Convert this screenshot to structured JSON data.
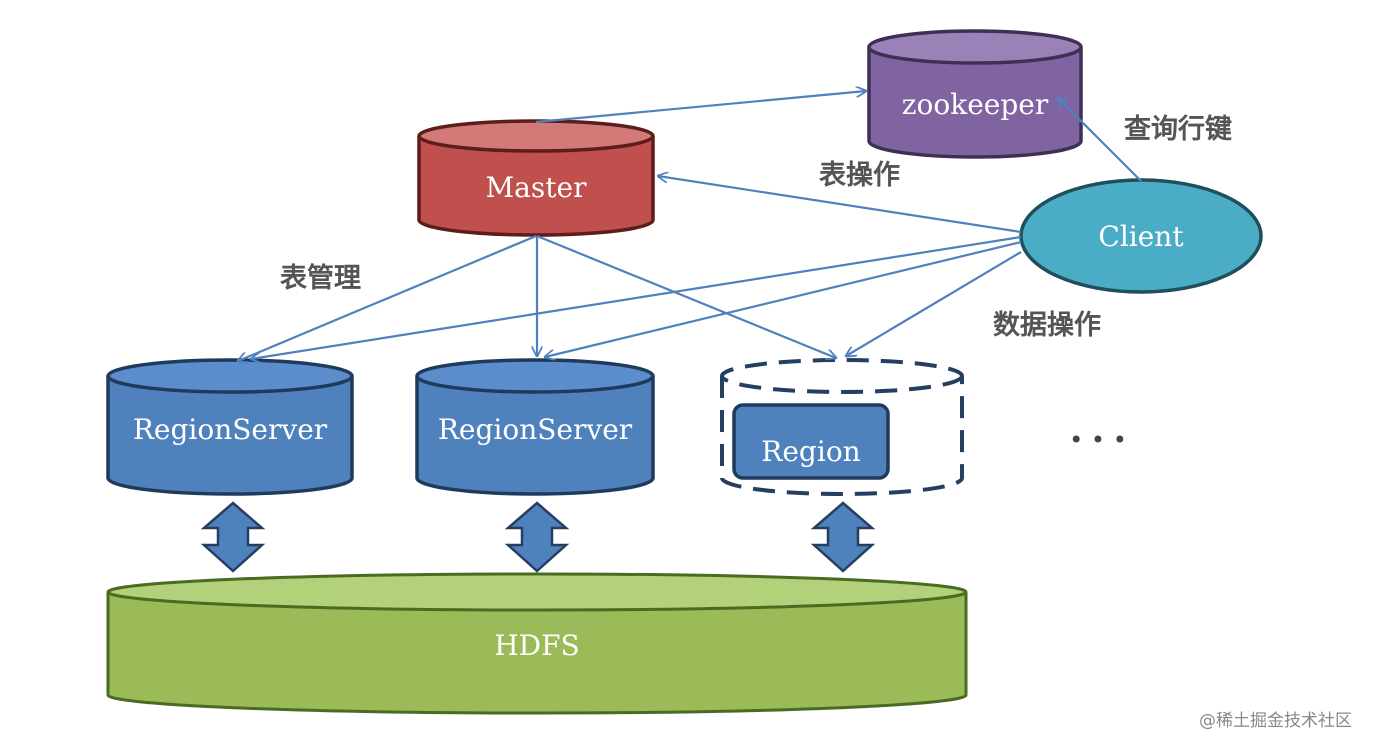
{
  "nodes": {
    "zookeeper": "zookeeper",
    "master": "Master",
    "client": "Client",
    "region_server_1": "RegionServer",
    "region_server_2": "RegionServer",
    "region": "Region",
    "hdfs": "HDFS",
    "ellipsis": "• • •"
  },
  "edge_labels": {
    "query_row_key": "查询行键",
    "table_operation": "表操作",
    "table_management": "表管理",
    "data_operation": "数据操作"
  },
  "watermark": "@稀土掘金技术社区",
  "colors": {
    "zookeeper": "#8064a2",
    "master": "#c0504d",
    "client": "#4bacc6",
    "region_server": "#4f81bd",
    "hdfs": "#9bbb59",
    "arrow": "#4f81bd"
  }
}
